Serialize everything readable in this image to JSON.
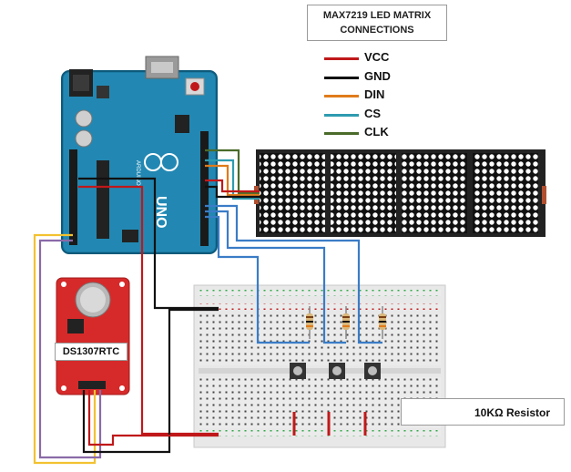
{
  "title": {
    "line1": "MAX7219 LED MATRIX",
    "line2": "CONNECTIONS"
  },
  "legend": [
    {
      "label": "VCC",
      "color": "#c0181a"
    },
    {
      "label": "GND",
      "color": "#111111"
    },
    {
      "label": "DIN",
      "color": "#e07b1a"
    },
    {
      "label": "CS",
      "color": "#2e9bb0"
    },
    {
      "label": "CLK",
      "color": "#4a6b2a"
    }
  ],
  "rtc": {
    "label": "DS1307RTC"
  },
  "resistor": {
    "label": "10KΩ Resistor"
  },
  "board": {
    "name": "UNO",
    "brand": "ARDUINO"
  },
  "wire_colors": {
    "blue": "#3a7cc6",
    "yellow": "#f2c230",
    "purple": "#8a6aa8"
  }
}
